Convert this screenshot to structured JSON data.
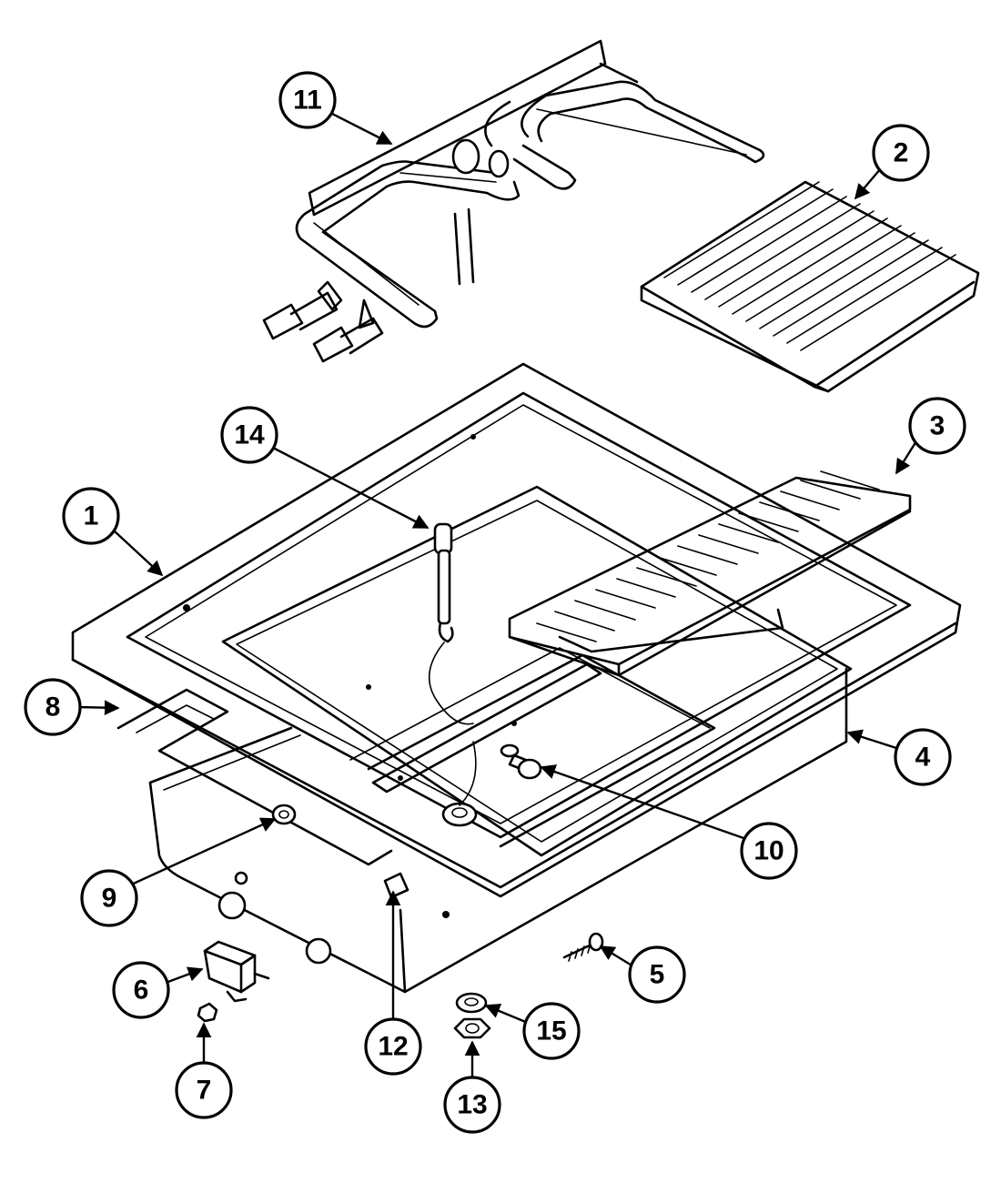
{
  "callouts": [
    {
      "id": "11",
      "label": "11"
    },
    {
      "id": "2",
      "label": "2"
    },
    {
      "id": "14",
      "label": "14"
    },
    {
      "id": "3",
      "label": "3"
    },
    {
      "id": "1",
      "label": "1"
    },
    {
      "id": "8",
      "label": "8"
    },
    {
      "id": "4",
      "label": "4"
    },
    {
      "id": "10",
      "label": "10"
    },
    {
      "id": "9",
      "label": "9"
    },
    {
      "id": "5",
      "label": "5"
    },
    {
      "id": "6",
      "label": "6"
    },
    {
      "id": "15",
      "label": "15"
    },
    {
      "id": "12",
      "label": "12"
    },
    {
      "id": "7",
      "label": "7"
    },
    {
      "id": "13",
      "label": "13"
    }
  ]
}
